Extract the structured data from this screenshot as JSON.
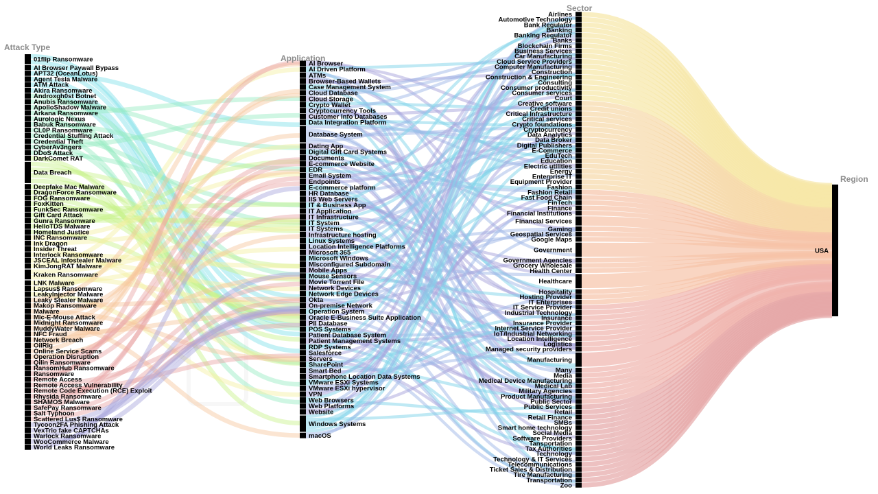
{
  "headers": {
    "attack": "Attack Type",
    "application": "Application",
    "sector": "Sector",
    "region": "Region"
  },
  "chart_data": {
    "type": "sankey",
    "title": "",
    "columns": [
      "Attack Type",
      "Application",
      "Sector",
      "Region"
    ],
    "attack_types": [
      {
        "label": "01flip Ransomware",
        "size": 2
      },
      {
        "label": "AI Browser Paywall Bypass",
        "size": 1
      },
      {
        "label": "APT32 (OceanLotus)",
        "size": 1
      },
      {
        "label": "Agent Tesla Malware",
        "size": 1
      },
      {
        "label": "ATM Attack",
        "size": 1
      },
      {
        "label": "Akira Ransomware",
        "size": 1
      },
      {
        "label": "Androxgh0st Botnet",
        "size": 1
      },
      {
        "label": "Anubis Ransomware",
        "size": 1
      },
      {
        "label": "ApolloShadow Malware",
        "size": 1
      },
      {
        "label": "Arkana Ransomware",
        "size": 1
      },
      {
        "label": "Aurologic Nexus",
        "size": 1
      },
      {
        "label": "Babuk Ransomware",
        "size": 1
      },
      {
        "label": "CL0P Ransomware",
        "size": 1
      },
      {
        "label": "Credential Stuffing Attack",
        "size": 1
      },
      {
        "label": "Credential Theft",
        "size": 1
      },
      {
        "label": "CyberAv3ngers",
        "size": 1
      },
      {
        "label": "DDoS Attack",
        "size": 1
      },
      {
        "label": "DarkComet RAT",
        "size": 1
      },
      {
        "label": "Data Breach",
        "size": 4
      },
      {
        "label": "Deepfake Mac Malware",
        "size": 1
      },
      {
        "label": "DragonForce Ransomware",
        "size": 1
      },
      {
        "label": "FOG Ransomware",
        "size": 1
      },
      {
        "label": "FoxKitten",
        "size": 1
      },
      {
        "label": "FunkSec Ransomware",
        "size": 1
      },
      {
        "label": "Gift Card Attack",
        "size": 1
      },
      {
        "label": "Gunra Ransomware",
        "size": 1
      },
      {
        "label": "HelloTDS Malware",
        "size": 1
      },
      {
        "label": "Homeland Justice",
        "size": 1
      },
      {
        "label": "INC Ransomware",
        "size": 1
      },
      {
        "label": "Ink Dragon",
        "size": 1
      },
      {
        "label": "Insider Threat",
        "size": 1
      },
      {
        "label": "Interlock Ransomware",
        "size": 1
      },
      {
        "label": "JSCEAL Infostealer Malware",
        "size": 1
      },
      {
        "label": "KimJongRAT Malware",
        "size": 1
      },
      {
        "label": "Kraken Ransomware",
        "size": 2
      },
      {
        "label": "LNK Malware",
        "size": 1
      },
      {
        "label": "Lapsus$ Ransomware",
        "size": 1
      },
      {
        "label": "LeakyInjector Malware",
        "size": 1
      },
      {
        "label": "Leaky Stealer Malware",
        "size": 1
      },
      {
        "label": "Makop Ransomware",
        "size": 1
      },
      {
        "label": "Malware",
        "size": 1
      },
      {
        "label": "Mic-E-Mouse Attack",
        "size": 1
      },
      {
        "label": "Midnight Ransomware",
        "size": 1
      },
      {
        "label": "MuddyWater Malware",
        "size": 1
      },
      {
        "label": "NFC Fraud",
        "size": 1
      },
      {
        "label": "Network Breach",
        "size": 1
      },
      {
        "label": "OilRig",
        "size": 1
      },
      {
        "label": "Online Service Scams",
        "size": 1
      },
      {
        "label": "Operation Disruption",
        "size": 1
      },
      {
        "label": "Qilin Ransomware",
        "size": 1
      },
      {
        "label": "RansomHub Ransomware",
        "size": 1
      },
      {
        "label": "Ransomware",
        "size": 1
      },
      {
        "label": "Remote Access",
        "size": 1
      },
      {
        "label": "Remote Access Vulnerability",
        "size": 1
      },
      {
        "label": "Remote Code Execution (RCE) Exploit",
        "size": 1
      },
      {
        "label": "Rhysida Ransomware",
        "size": 1
      },
      {
        "label": "SHAMOS Malware",
        "size": 1
      },
      {
        "label": "SafePay Ransomware",
        "size": 1
      },
      {
        "label": "Salt Typhoon",
        "size": 1
      },
      {
        "label": "Scattered Lus$ Ransomware",
        "size": 1
      },
      {
        "label": "Tycoon2FA Phishing Attack",
        "size": 1
      },
      {
        "label": "VexTrio fake CAPTCHAs",
        "size": 1
      },
      {
        "label": "Warlock Ransomware",
        "size": 1
      },
      {
        "label": "WooCommerce Malware",
        "size": 1
      },
      {
        "label": "World Leaks Ransomware",
        "size": 1
      }
    ],
    "applications": [
      {
        "label": "AI Browser",
        "size": 1
      },
      {
        "label": "AI Driven Platform",
        "size": 1
      },
      {
        "label": "ATMs",
        "size": 1
      },
      {
        "label": "Browser-Based Wallets",
        "size": 1
      },
      {
        "label": "Case Management System",
        "size": 1
      },
      {
        "label": "Cloud Database",
        "size": 1
      },
      {
        "label": "Cloud Storage",
        "size": 1
      },
      {
        "label": "Crypto Wallet",
        "size": 1
      },
      {
        "label": "Cryptocurrency Tools",
        "size": 1
      },
      {
        "label": "Customer Info Databases",
        "size": 1
      },
      {
        "label": "Data Integration Platform",
        "size": 1
      },
      {
        "label": "Database System",
        "size": 3
      },
      {
        "label": "Dating App",
        "size": 1
      },
      {
        "label": "Digital Gift Card Systems",
        "size": 1
      },
      {
        "label": "Documents",
        "size": 1
      },
      {
        "label": "E-commerce Website",
        "size": 1
      },
      {
        "label": "EDR",
        "size": 1
      },
      {
        "label": "Email System",
        "size": 1
      },
      {
        "label": "Endpoints",
        "size": 1
      },
      {
        "label": "E-commerce platform",
        "size": 1
      },
      {
        "label": "HR Database",
        "size": 1
      },
      {
        "label": "IIS Web Servers",
        "size": 1
      },
      {
        "label": "IT & Business App",
        "size": 1
      },
      {
        "label": "IT Application",
        "size": 1
      },
      {
        "label": "IT Infrastructure",
        "size": 1
      },
      {
        "label": "IT System",
        "size": 1
      },
      {
        "label": "IT Systems",
        "size": 1
      },
      {
        "label": "Infrastructure hosting",
        "size": 1
      },
      {
        "label": "Linux Systems",
        "size": 1
      },
      {
        "label": "Location Intelligence Platforms",
        "size": 1
      },
      {
        "label": "Microsoft 365",
        "size": 1
      },
      {
        "label": "Microsoft Windows",
        "size": 1
      },
      {
        "label": "Misconfigured Subdomain",
        "size": 1
      },
      {
        "label": "Mobile Apps",
        "size": 1
      },
      {
        "label": "Mouse Sensors",
        "size": 1
      },
      {
        "label": "Movie Torrent File",
        "size": 1
      },
      {
        "label": "Network Devices",
        "size": 1
      },
      {
        "label": "Network Edge Devices",
        "size": 1
      },
      {
        "label": "Okta",
        "size": 1
      },
      {
        "label": "On-premise Network",
        "size": 1
      },
      {
        "label": "Operation System",
        "size": 1
      },
      {
        "label": "Oracle E-Business Suite Application",
        "size": 1
      },
      {
        "label": "PII Database",
        "size": 1
      },
      {
        "label": "POS Systems",
        "size": 1
      },
      {
        "label": "Patient Database System",
        "size": 1
      },
      {
        "label": "Patient Management Systems",
        "size": 1
      },
      {
        "label": "RDP Systems",
        "size": 1
      },
      {
        "label": "Salesforce",
        "size": 1
      },
      {
        "label": "Servers",
        "size": 1
      },
      {
        "label": "SharePoint",
        "size": 1
      },
      {
        "label": "Smart Bed",
        "size": 1
      },
      {
        "label": "Smartphone Location Data Systems",
        "size": 1
      },
      {
        "label": "VMware ESXi Systems",
        "size": 1
      },
      {
        "label": "VMware ESXi hypervisor",
        "size": 1
      },
      {
        "label": "VPN",
        "size": 1
      },
      {
        "label": "Web Browsers",
        "size": 1
      },
      {
        "label": "Web Platforms",
        "size": 1
      },
      {
        "label": "Website",
        "size": 1
      },
      {
        "label": "Windows Systems",
        "size": 3
      },
      {
        "label": "macOS",
        "size": 1
      }
    ],
    "sectors": [
      {
        "label": "Airlines",
        "size": 1
      },
      {
        "label": "Automotive Technology",
        "size": 1
      },
      {
        "label": "Bank Regulator",
        "size": 1
      },
      {
        "label": "Banking",
        "size": 1
      },
      {
        "label": "Banking Regulator",
        "size": 1
      },
      {
        "label": "Banks",
        "size": 1
      },
      {
        "label": "Blockchain Firms",
        "size": 1
      },
      {
        "label": "Business Services",
        "size": 1
      },
      {
        "label": "Car Manufacturing",
        "size": 1
      },
      {
        "label": "Cloud Service Providers",
        "size": 1
      },
      {
        "label": "Computer Manufacturing",
        "size": 1
      },
      {
        "label": "Construction",
        "size": 1
      },
      {
        "label": "Construction & Engineering",
        "size": 1
      },
      {
        "label": "Consulting",
        "size": 1
      },
      {
        "label": "Consumer productivity",
        "size": 1
      },
      {
        "label": "Consumer services",
        "size": 1
      },
      {
        "label": "Court",
        "size": 1
      },
      {
        "label": "Creative software",
        "size": 1
      },
      {
        "label": "Credit unions",
        "size": 1
      },
      {
        "label": "Critical Infrastructure",
        "size": 1
      },
      {
        "label": "Critical services",
        "size": 1
      },
      {
        "label": "Crypto foundations",
        "size": 1
      },
      {
        "label": "Cryptocurrency",
        "size": 1
      },
      {
        "label": "Data Analytics",
        "size": 1
      },
      {
        "label": "Data Broker",
        "size": 1
      },
      {
        "label": "Digital Publishers",
        "size": 1
      },
      {
        "label": "E-Commerce",
        "size": 1
      },
      {
        "label": "EduTech",
        "size": 1
      },
      {
        "label": "Education",
        "size": 1
      },
      {
        "label": "Electric utilities",
        "size": 1
      },
      {
        "label": "Energy",
        "size": 1
      },
      {
        "label": "Enterprise IT",
        "size": 1
      },
      {
        "label": "Equipment Provider",
        "size": 1
      },
      {
        "label": "Fashion",
        "size": 1
      },
      {
        "label": "Fashion Retail",
        "size": 1
      },
      {
        "label": "Fast Food Chain",
        "size": 1
      },
      {
        "label": "FinTech",
        "size": 1
      },
      {
        "label": "Finance",
        "size": 1
      },
      {
        "label": "Financial Institutions",
        "size": 1
      },
      {
        "label": "Financial Services",
        "size": 2
      },
      {
        "label": "Gaming",
        "size": 1
      },
      {
        "label": "Geospatial Services",
        "size": 1
      },
      {
        "label": "Google Maps",
        "size": 1
      },
      {
        "label": "Government",
        "size": 3
      },
      {
        "label": "Government Agencies",
        "size": 1
      },
      {
        "label": "Grocery Wholesale",
        "size": 1
      },
      {
        "label": "Health Center",
        "size": 1
      },
      {
        "label": "Healthcare",
        "size": 3
      },
      {
        "label": "Hospitality",
        "size": 1
      },
      {
        "label": "Hosting Provider",
        "size": 1
      },
      {
        "label": "IT Enterprises",
        "size": 1
      },
      {
        "label": "IT Service Provider",
        "size": 1
      },
      {
        "label": "Industrial Technology",
        "size": 1
      },
      {
        "label": "Insurance",
        "size": 1
      },
      {
        "label": "Insurance Provider",
        "size": 1
      },
      {
        "label": "Internet Service Provider",
        "size": 1
      },
      {
        "label": "IoT/Industrial Networking",
        "size": 1
      },
      {
        "label": "Location Intelligence",
        "size": 1
      },
      {
        "label": "Logistics",
        "size": 1
      },
      {
        "label": "Managed security providers",
        "size": 1
      },
      {
        "label": "Manufacturing",
        "size": 3
      },
      {
        "label": "Many",
        "size": 1
      },
      {
        "label": "Media",
        "size": 1
      },
      {
        "label": "Medical Device Manufacturing",
        "size": 1
      },
      {
        "label": "Medical Lab",
        "size": 1
      },
      {
        "label": "Military Agencies",
        "size": 1
      },
      {
        "label": "Product Manufacturing",
        "size": 1
      },
      {
        "label": "Public Sector",
        "size": 1
      },
      {
        "label": "Public Services",
        "size": 1
      },
      {
        "label": "Retail",
        "size": 1
      },
      {
        "label": "Retail Finance",
        "size": 1
      },
      {
        "label": "SMBs",
        "size": 1
      },
      {
        "label": "Smart home technology",
        "size": 1
      },
      {
        "label": "Social Media",
        "size": 1
      },
      {
        "label": "Software Providers",
        "size": 1
      },
      {
        "label": "Tansportation",
        "size": 1
      },
      {
        "label": "Tax Authorities",
        "size": 1
      },
      {
        "label": "Technology",
        "size": 1
      },
      {
        "label": "Technology & IT Services",
        "size": 1
      },
      {
        "label": "Telecommunications",
        "size": 1
      },
      {
        "label": "Ticket Sales & Distribution",
        "size": 1
      },
      {
        "label": "Tire Manufacturing",
        "size": 1
      },
      {
        "label": "Transportation",
        "size": 1
      },
      {
        "label": "Zoo",
        "size": 1
      }
    ],
    "regions": [
      {
        "label": "USA",
        "size": 100
      }
    ],
    "palette": [
      "#7fdfe8",
      "#95ecc0",
      "#c7f28a",
      "#f3efa0",
      "#f7c69c",
      "#e8a4a4",
      "#a7a3dc"
    ]
  }
}
